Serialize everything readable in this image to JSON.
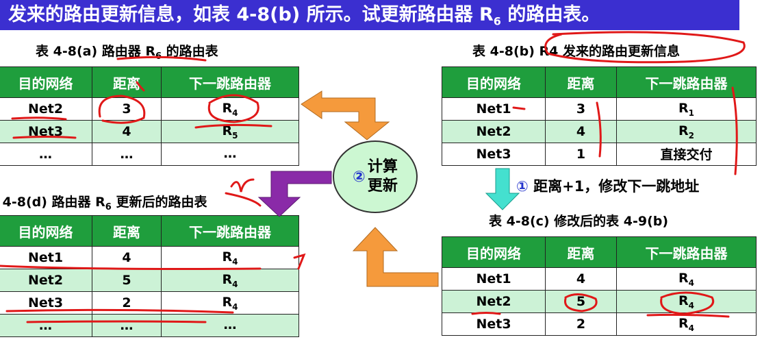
{
  "banner": {
    "text_before": "发来的路由更新信息，如表 4-8(b) 所示。试更新路由器 R",
    "sub": "6",
    "text_after": " 的路由表。"
  },
  "table_a": {
    "caption_before": "表 4-8(a)  路由器 R",
    "caption_sub": "6",
    "caption_after": " 的路由表",
    "headers": [
      "目的网络",
      "距离",
      "下一跳路由器"
    ],
    "rows": [
      {
        "net": "Net2",
        "dist": "3",
        "hop": "R",
        "hop_sub": "4"
      },
      {
        "net": "Net3",
        "dist": "4",
        "hop": "R",
        "hop_sub": "5"
      },
      {
        "net": "…",
        "dist": "…",
        "hop": "…",
        "hop_sub": ""
      }
    ]
  },
  "table_b": {
    "caption": "表 4-8(b)  R4 发来的路由更新信息",
    "headers": [
      "目的网络",
      "距离",
      "下一跳路由器"
    ],
    "rows": [
      {
        "net": "Net1",
        "dist": "3",
        "hop": "R",
        "hop_sub": "1"
      },
      {
        "net": "Net2",
        "dist": "4",
        "hop": "R",
        "hop_sub": "2"
      },
      {
        "net": "Net3",
        "dist": "1",
        "hop": "直接交付",
        "hop_sub": ""
      }
    ]
  },
  "table_c": {
    "caption": "表 4-8(c)  修改后的表 4-9(b)",
    "headers": [
      "目的网络",
      "距离",
      "下一跳路由器"
    ],
    "rows": [
      {
        "net": "Net1",
        "dist": "4",
        "hop": "R",
        "hop_sub": "4"
      },
      {
        "net": "Net2",
        "dist": "5",
        "hop": "R",
        "hop_sub": "4"
      },
      {
        "net": "Net3",
        "dist": "2",
        "hop": "R",
        "hop_sub": "4"
      }
    ]
  },
  "table_d": {
    "caption_before": "表 4-8(d)  路由器 R",
    "caption_sub": "6",
    "caption_after": " 更新后的路由表",
    "headers": [
      "目的网络",
      "距离",
      "下一跳路由器"
    ],
    "rows": [
      {
        "net": "Net1",
        "dist": "4",
        "hop": "R",
        "hop_sub": "4"
      },
      {
        "net": "Net2",
        "dist": "5",
        "hop": "R",
        "hop_sub": "4"
      },
      {
        "net": "Net3",
        "dist": "2",
        "hop": "R",
        "hop_sub": "4"
      },
      {
        "net": "…",
        "dist": "…",
        "hop": "…",
        "hop_sub": ""
      }
    ]
  },
  "step1": {
    "num": "①",
    "text": " 距离+1，修改下一跳地址"
  },
  "step2": {
    "num": "②",
    "line1": "计算",
    "line2": "更新"
  },
  "colors": {
    "header_green": "#1f9e3d",
    "row_green": "#ccf2d6",
    "banner_blue": "#3b2fd0",
    "arrow_orange": "#f59a3c",
    "arrow_purple": "#8a2aa8",
    "arrow_cyan": "#44e0cf",
    "annotation_red": "#e01818"
  }
}
